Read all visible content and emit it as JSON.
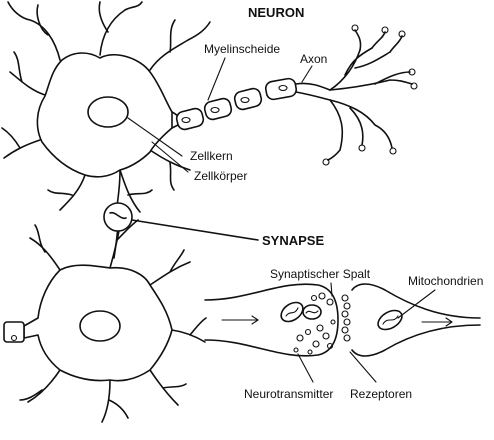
{
  "labels": {
    "neuron": "NEURON",
    "myelin": "Myelinscheide",
    "axon": "Axon",
    "nucleus": "Zellkern",
    "cell_body": "Zellkörper",
    "synapse": "SYNAPSE",
    "synaptic_cleft": "Synaptischer Spalt",
    "mitochondria": "Mitochondrien",
    "neurotransmitter": "Neurotransmitter",
    "receptors": "Rezeptoren"
  },
  "colors": {
    "ink": "#111111",
    "background": "#ffffff"
  }
}
